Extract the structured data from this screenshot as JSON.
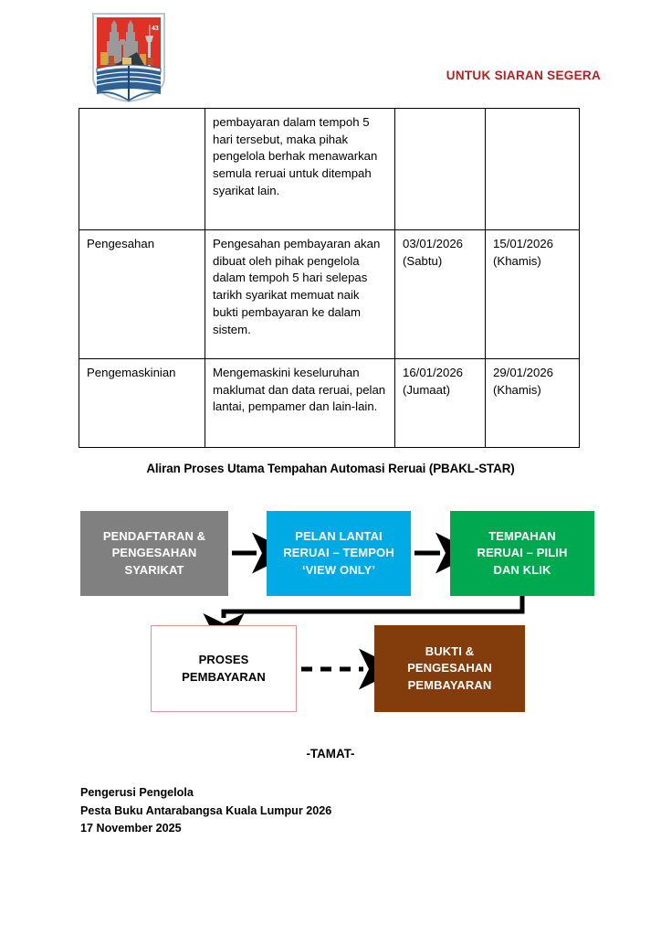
{
  "header": {
    "logo_alt": "Pesta Buku Antarabangsa Kuala Lumpur logo",
    "logo_badge": "43",
    "release_note": "UNTUK SIARAN SEGERA"
  },
  "table": {
    "rows": [
      {
        "phase": "",
        "description": "pembayaran dalam tempoh 5 hari tersebut, maka pihak pengelola berhak menawarkan semula reruai untuk ditempah syarikat lain.",
        "start_date": "",
        "start_day": "",
        "end_date": "",
        "end_day": ""
      },
      {
        "phase": "Pengesahan",
        "description": "Pengesahan pembayaran akan dibuat oleh pihak pengelola dalam tempoh 5 hari selepas tarikh syarikat memuat naik bukti pembayaran ke dalam sistem.",
        "start_date": "03/01/2026",
        "start_day": "(Sabtu)",
        "end_date": "15/01/2026",
        "end_day": "(Khamis)"
      },
      {
        "phase": "Pengemaskinian",
        "description": "Mengemaskini keseluruhan maklumat dan data reruai, pelan lantai, pempamer dan lain-lain.",
        "start_date": "16/01/2026",
        "start_day": "(Jumaat)",
        "end_date": "29/01/2026",
        "end_day": "(Khamis)"
      }
    ]
  },
  "flow": {
    "title": "Aliran Proses Utama Tempahan Automasi Reruai (PBAKL-STAR)",
    "boxes": [
      {
        "id": "register",
        "line1": "PENDAFTARAN &",
        "line2": "PENGESAHAN",
        "line3": "SYARIKAT",
        "color": "#808080",
        "text_color": "#FFFFFF"
      },
      {
        "id": "floorplan",
        "line1": "PELAN LANTAI",
        "line2": "RERUAI – TEMPOH",
        "line3": "‘VIEW ONLY’",
        "color": "#00AAE4",
        "text_color": "#FFFFFF"
      },
      {
        "id": "booking",
        "line1": "TEMPAHAN",
        "line2": "RERUAI – PILIH",
        "line3": "DAN KLIK",
        "color": "#00A94F",
        "text_color": "#FFFFFF"
      },
      {
        "id": "payment",
        "line1": "PROSES",
        "line2": "PEMBAYARAN",
        "line3": "",
        "color": "#FFFFFF",
        "text_color": "#000000"
      },
      {
        "id": "proof",
        "line1": "BUKTI &",
        "line2": "PENGESAHAN",
        "line3": "PEMBAYARAN",
        "color": "#833C0C",
        "text_color": "#FFFFFF"
      }
    ]
  },
  "footer": {
    "tamat": "-TAMAT-",
    "signature_line1": "Pengerusi Pengelola",
    "signature_line2": "Pesta Buku Antarabangsa Kuala Lumpur 2026",
    "signature_line3": "17 November 2025"
  }
}
